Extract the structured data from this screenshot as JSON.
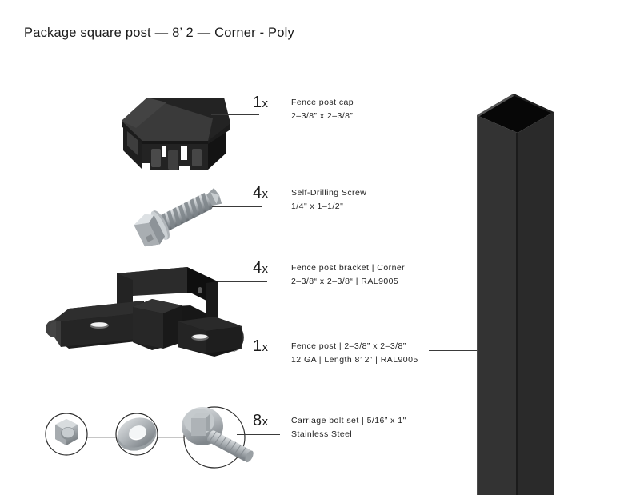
{
  "page": {
    "title": "Package square post — 8’ 2 — Corner - Poly",
    "background_color": "#ffffff",
    "text_color": "#1b1b1b"
  },
  "colors": {
    "part_black": "#262626",
    "part_black_dark": "#0d0d0d",
    "part_steel_light": "#d2d5d7",
    "part_steel_mid": "#9fa4a8",
    "part_steel_dark": "#6f7479",
    "leader_line": "#3a3a3a",
    "connector_line": "#8d8d8d"
  },
  "items": [
    {
      "id": "fence-post-cap",
      "quantity": "1",
      "quantity_suffix": "x",
      "line1": "Fence post cap",
      "line2": "2–3/8” x 2–3/8”",
      "icon": "fence-post-cap-illustration"
    },
    {
      "id": "self-drilling-screw",
      "quantity": "4",
      "quantity_suffix": "x",
      "line1": "Self-Drilling Screw",
      "line2": "1/4\" x 1–1/2\"",
      "icon": "self-drilling-screw-illustration"
    },
    {
      "id": "fence-post-bracket",
      "quantity": "4",
      "quantity_suffix": "x",
      "line1": "Fence post bracket | Corner",
      "line2": "2–3/8“ x 2–3/8“ | RAL9005",
      "icon": "fence-post-bracket-illustration"
    },
    {
      "id": "fence-post",
      "quantity": "1",
      "quantity_suffix": "x",
      "line1": "Fence post | 2–3/8” x 2–3/8”",
      "line2": "12 GA | Length 8’ 2” | RAL9005",
      "icon": "fence-post-illustration"
    },
    {
      "id": "carriage-bolt-set",
      "quantity": "8",
      "quantity_suffix": "x",
      "line1": "Carriage bolt set | 5/16” x 1\"",
      "line2": "Stainless Steel",
      "icon": "carriage-bolt-set-illustration"
    }
  ]
}
